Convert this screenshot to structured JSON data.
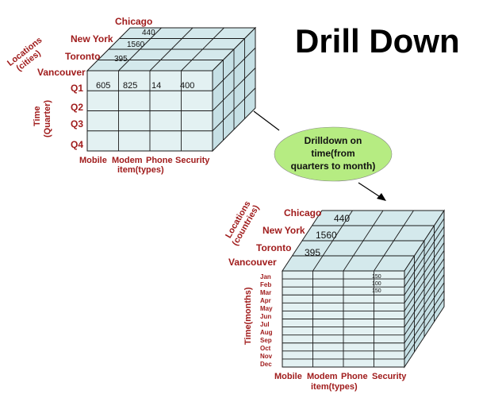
{
  "title": "Drill Down",
  "colors": {
    "face": "#e3f1f2",
    "top": "#d4e9ec",
    "side": "#c6e0e5",
    "grid": "#1a1a1a",
    "label": "#a01c1c",
    "callout": "#b6ec82"
  },
  "cube1": {
    "dimension_locations": [
      "Locations",
      "(cities)"
    ],
    "dimension_time": [
      "Time",
      "(Quarter)"
    ],
    "dimension_item": "item(types)",
    "cities": [
      "Chicago",
      "New York",
      "Toronto",
      "Vancouver"
    ],
    "quarters": [
      "Q1",
      "Q2",
      "Q3",
      "Q4"
    ],
    "items": [
      "Mobile",
      "Modem",
      "Phone",
      "Security"
    ],
    "front_values": [
      "605",
      "825",
      "14",
      "400"
    ],
    "depth_values": [
      "440",
      "1560",
      "395"
    ]
  },
  "callout_text": [
    "Drilldown on",
    "time(from",
    "quarters to month)"
  ],
  "cube2": {
    "dimension_locations": [
      "Locations",
      "(countries)"
    ],
    "dimension_time": "Time(months)",
    "dimension_item": "item(types)",
    "cities": [
      "Chicago",
      "New York",
      "Toronto",
      "Vancouver"
    ],
    "months": [
      "Jan",
      "Feb",
      "Mar",
      "Apr",
      "May",
      "Jun",
      "Jul",
      "Aug",
      "Sep",
      "Oct",
      "Nov",
      "Dec"
    ],
    "items": [
      "Mobile",
      "Modem",
      "Phone",
      "Security"
    ],
    "security_values": [
      "150",
      "100",
      "150"
    ],
    "depth_values": [
      "440",
      "1560",
      "395"
    ]
  }
}
